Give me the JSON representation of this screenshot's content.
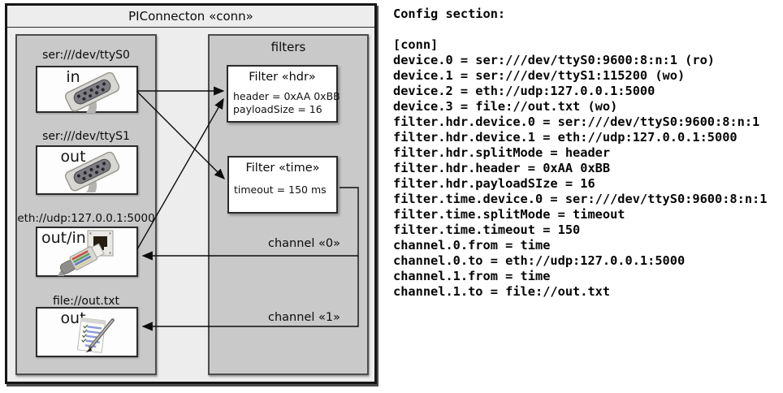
{
  "diagram": {
    "title": "PIConnecton «conn»",
    "devices_panel": {
      "devices": [
        {
          "label": "ser:///dev/ttyS0",
          "mode": "in",
          "icon": "serial-connector-icon"
        },
        {
          "label": "ser:///dev/ttyS1",
          "mode": "out",
          "icon": "serial-connector-icon"
        },
        {
          "label": "eth://udp:127.0.0.1:5000",
          "mode": "out/in",
          "icon": "ethernet-connector-icon"
        },
        {
          "label": "file://out.txt",
          "mode": "out",
          "icon": "notepad-icon"
        }
      ]
    },
    "filters_panel": {
      "title": "filters",
      "filters": [
        {
          "title": "Filter «hdr»",
          "properties": [
            "header = 0xAA 0xBB",
            "payloadSize = 16"
          ]
        },
        {
          "title": "Filter «time»",
          "properties": [
            "timeout = 150 ms"
          ]
        }
      ]
    },
    "channels": [
      {
        "label": "channel «0»"
      },
      {
        "label": "channel «1»"
      }
    ],
    "colors": {
      "diagram_bg": "#ededed",
      "panel_fill": "#c9c9c9",
      "box_fill": "#ffffff",
      "line": "#0d0d0d"
    }
  },
  "config": {
    "heading": "Config section:",
    "lines": [
      "[conn]",
      "device.0 = ser:///dev/ttyS0:9600:8:n:1 (ro)",
      "device.1 = ser:///dev/ttyS1:115200 (wo)",
      "device.2 = eth://udp:127.0.0.1:5000",
      "device.3 = file://out.txt (wo)",
      "filter.hdr.device.0 = ser:///dev/ttyS0:9600:8:n:1",
      "filter.hdr.device.1 = eth://udp:127.0.0.1:5000",
      "filter.hdr.splitMode = header",
      "filter.hdr.header = 0xAA 0xBB",
      "filter.hdr.payloadSIze = 16",
      "filter.time.device.0 = ser:///dev/ttyS0:9600:8:n:1",
      "filter.time.splitMode = timeout",
      "filter.time.timeout = 150",
      "channel.0.from = time",
      "channel.0.to = eth://udp:127.0.0.1:5000",
      "channel.1.from = time",
      "channel.1.to = file://out.txt"
    ]
  }
}
